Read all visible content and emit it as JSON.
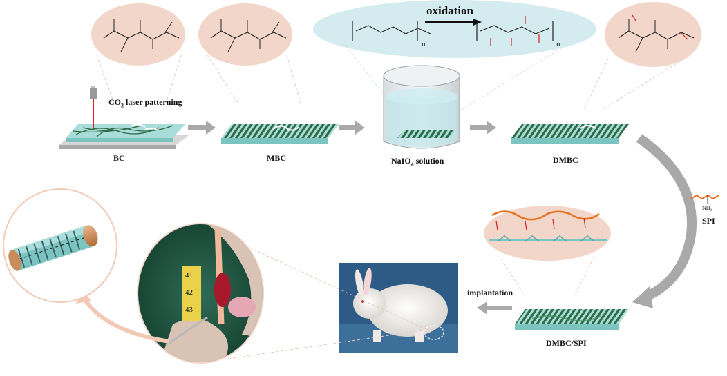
{
  "labels": {
    "bc": "BC",
    "mbc": "MBC",
    "naio4_prefix": "NaIO",
    "naio4_sub": "4",
    "naio4_suffix": " solution",
    "dmbc": "DMBC",
    "dmbc_spi": "DMBC/SPI",
    "spi": "SPI",
    "co2_prefix": "CO",
    "co2_sub": "2",
    "co2_suffix": " laser patterning",
    "oxidation": "oxidation",
    "implantation": "implantation",
    "nh2": "NH₂",
    "n_subscript": "n",
    "ruler_marks": [
      "41",
      "42",
      "43"
    ]
  },
  "colors": {
    "scaffold_top": "#a9ddd9",
    "scaffold_side": "#7cc4c0",
    "fibers": "#2f6b47",
    "base_plate": "#c9c9c9",
    "bubble": "#f1d6c9",
    "oxidation_ellipse": "#d4ebef",
    "spi_chain": "#e8701c",
    "arrow_gray": "#a9a9a9",
    "laser_red": "#e02020",
    "photo_bg_blue": "#2d5b86",
    "surgery_green": "#1e5a43",
    "conduit_copper": "#d4915c"
  }
}
